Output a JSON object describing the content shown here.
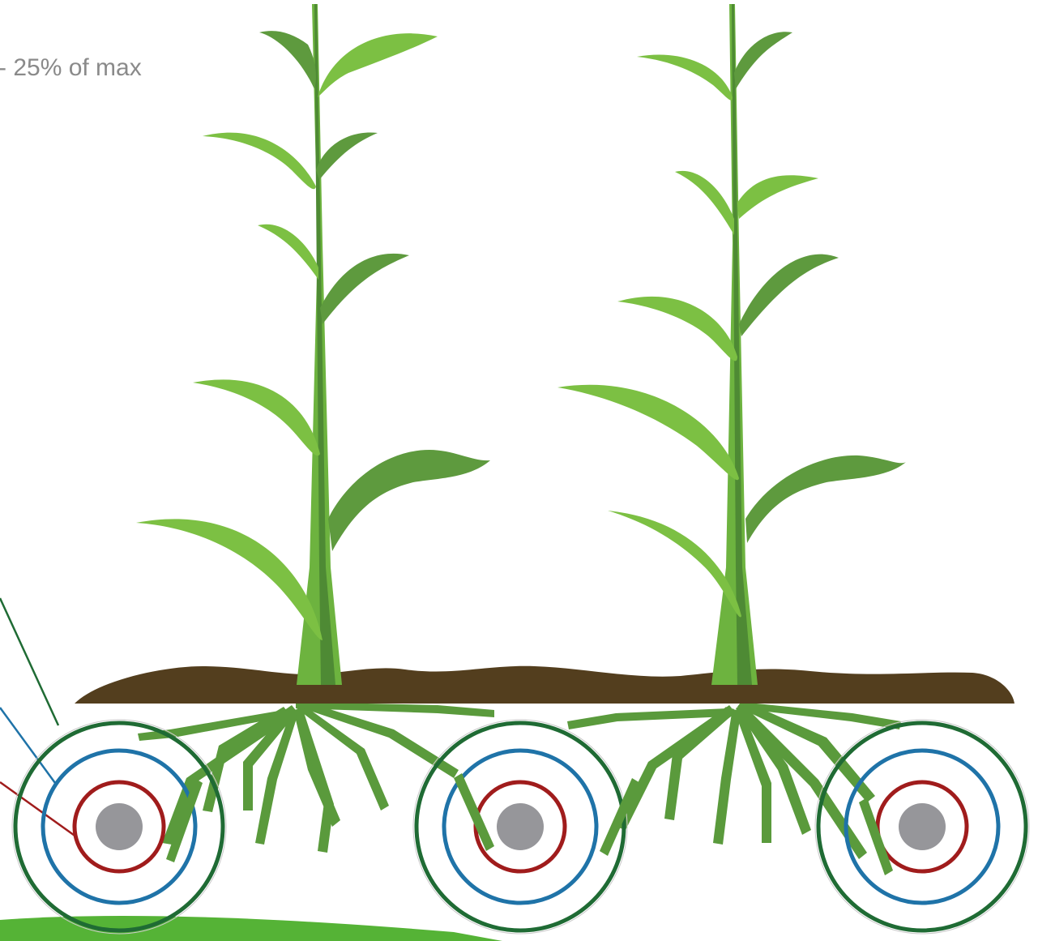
{
  "legend": {
    "partial_label": "- 25% of max"
  },
  "colors": {
    "leaf_light": "#7cc043",
    "leaf_dark": "#5e9a3e",
    "stem_light": "#6db33f",
    "stem_dark": "#4e8a34",
    "root": "#5a9a3c",
    "soil": "#533e1e",
    "ring_outer": "#1f6b34",
    "ring_middle": "#1f73a8",
    "ring_inner": "#a01c1c",
    "seed": "#96969a",
    "ground_band": "#55b336"
  },
  "diagram": {
    "plants": [
      "plant-left",
      "plant-right"
    ],
    "ring_groups": [
      "rings-left",
      "rings-middle",
      "rings-right"
    ]
  }
}
